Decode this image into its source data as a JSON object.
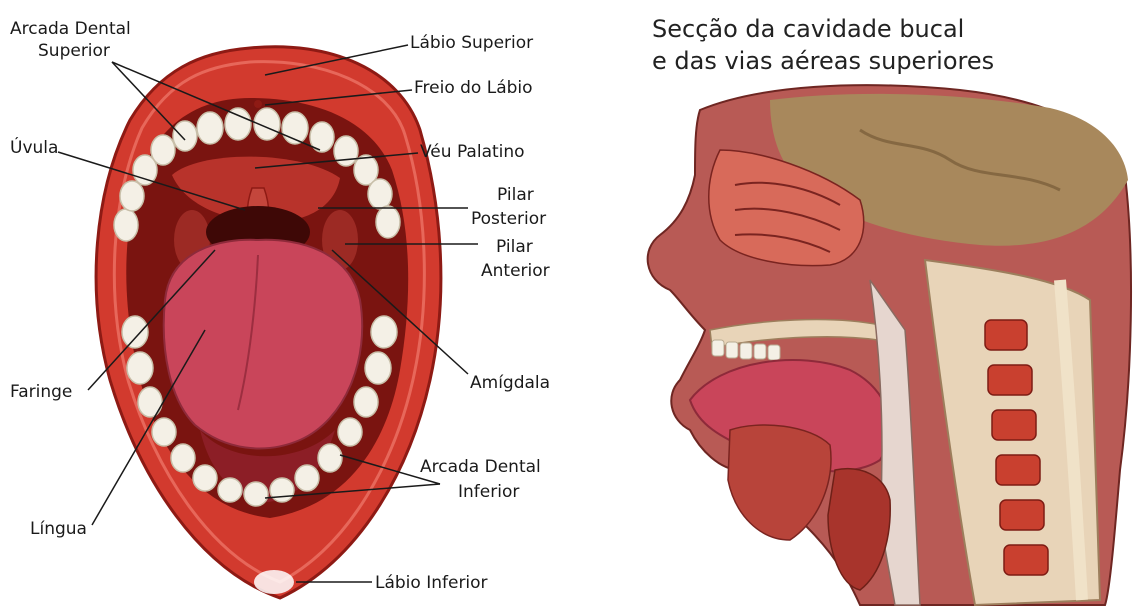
{
  "mouth_diagram": {
    "labels": {
      "arcada_superior_1": "Arcada Dental",
      "arcada_superior_2": "Superior",
      "labio_superior": "Lábio Superior",
      "freio_labio": "Freio do Lábio",
      "uvula": "Úvula",
      "veu_palatino": "Véu Palatino",
      "pilar_posterior_1": "Pilar",
      "pilar_posterior_2": "Posterior",
      "pilar_anterior_1": "Pilar",
      "pilar_anterior_2": "Anterior",
      "faringe": "Faringe",
      "amigdala": "Amígdala",
      "arcada_inferior_1": "Arcada Dental",
      "arcada_inferior_2": "Inferior",
      "lingua": "Língua",
      "labio_inferior": "Lábio Inferior"
    }
  },
  "section_diagram": {
    "title_line1": "Secção da cavidade bucal",
    "title_line2": "e das vias aéreas superiores"
  },
  "colors": {
    "lip": "#d23a2e",
    "lip_dark": "#a11f18",
    "mouth_inner": "#7a1410",
    "tongue": "#c9455a",
    "teeth": "#f4f0e6",
    "skin": "#b85a55",
    "bone": "#e8d4b8",
    "brain": "#a8885c"
  }
}
